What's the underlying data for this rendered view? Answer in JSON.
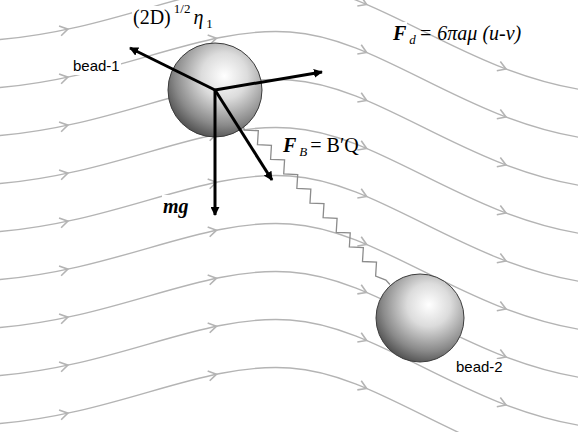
{
  "diagram": {
    "nodes": [
      {
        "text": [
          "bead-1"
        ]
      },
      {
        "text": [
          "bead-2"
        ]
      }
    ],
    "edges": [
      {
        "from": 0,
        "to": 1,
        "arrow": "none"
      }
    ],
    "labels": [
      "(2D)",
      "1/2",
      "η",
      "1",
      "F",
      "d",
      "= 6πaμ (u-v)",
      "F",
      "B",
      "= B′Q",
      "mg"
    ]
  }
}
